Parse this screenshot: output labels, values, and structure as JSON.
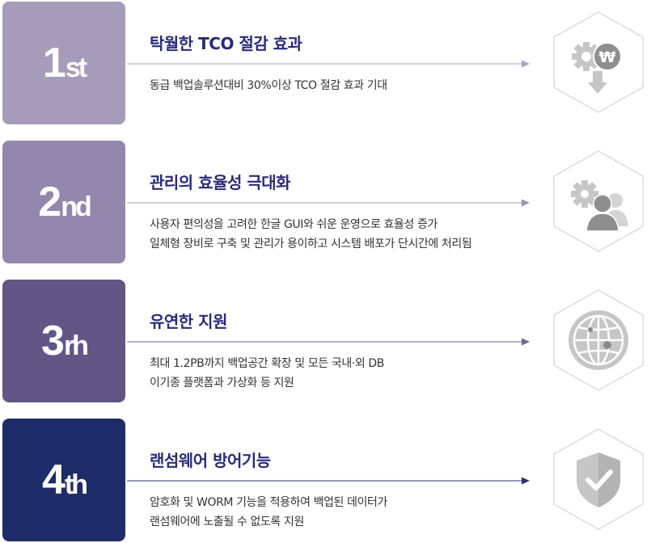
{
  "items": [
    {
      "badge_num": "1",
      "badge_suffix": "st",
      "badge_color": "#a69cba",
      "title": "탁월한 TCO 절감 효과",
      "title_color": "#2a2a7a",
      "lines": [
        "동급 백업솔루션대비 30%이상 TCO 절감 효과 기대"
      ],
      "arrow_color": "#a9a2c2",
      "icon": "gear-won-download-icon"
    },
    {
      "badge_num": "2",
      "badge_suffix": "nd",
      "badge_color": "#9387ad",
      "title": "관리의 효율성 극대화",
      "title_color": "#2a2a7a",
      "lines": [
        "사용자 편의성을 고려한 한글 GUI와 쉬운 운영으로 효율성 증가",
        "일체형 장비로 구축 및 관리가 용이하고 시스템 배포가 단시간에 처리됨"
      ],
      "arrow_color": "#9a92b8",
      "icon": "gear-users-icon"
    },
    {
      "badge_num": "3",
      "badge_suffix": "rh",
      "badge_color": "#615686",
      "title": "유연한 지원",
      "title_color": "#2a2a7a",
      "lines": [
        "최대 1.2PB까지 백업공간 확장 및 모든 국내·외 DB",
        "이기종 플랫폼과 가상화 등 지원"
      ],
      "arrow_color": "#6f6796",
      "icon": "globe-network-icon"
    },
    {
      "badge_num": "4",
      "badge_suffix": "th",
      "badge_color": "#1f2c6a",
      "title": "랜섬웨어 방어기능",
      "title_color": "#2a2a7a",
      "lines": [
        "암호화 및 WORM 기능을 적용하여 백업된 데이터가",
        "랜섬웨어에 노출될 수 없도록 지원"
      ],
      "arrow_color": "#2a3470",
      "icon": "shield-check-icon"
    }
  ]
}
